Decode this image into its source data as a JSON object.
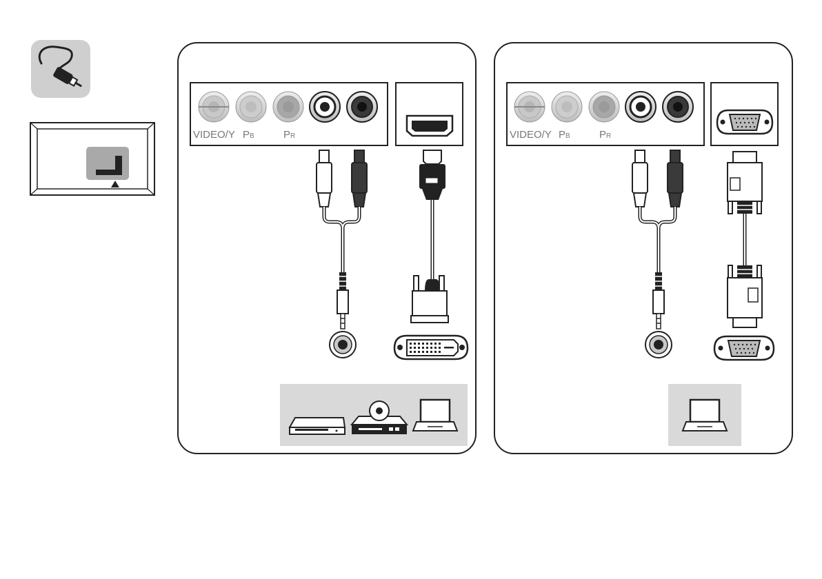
{
  "jack_labels": {
    "video_y": "VIDEO/Y",
    "pb_main": "P",
    "pb_sub": "B",
    "pr_main": "P",
    "pr_sub": "R"
  },
  "colors": {
    "outline": "#222222",
    "panel_gray": "#d9d9d9",
    "badge_gray": "#cfcfcf",
    "tv_tab": "#a9a9a9",
    "jack_light": "#c8c8c8",
    "jack_mid": "#a7a7a7",
    "jack_dark": "#3a3a3a",
    "label_gray": "#777777"
  },
  "icons": {
    "connection_badge": "cable-plug-icon",
    "tv_rear": "tv-rear-panel-icon",
    "hdmi_port": "hdmi-port-icon",
    "vga_port": "vga-port-icon",
    "dvi_port": "dvi-port-icon",
    "audio_jack": "audio-jack-icon",
    "set_top_box": "set-top-box-icon",
    "dvd_player": "dvd-player-icon",
    "laptop": "laptop-icon"
  }
}
